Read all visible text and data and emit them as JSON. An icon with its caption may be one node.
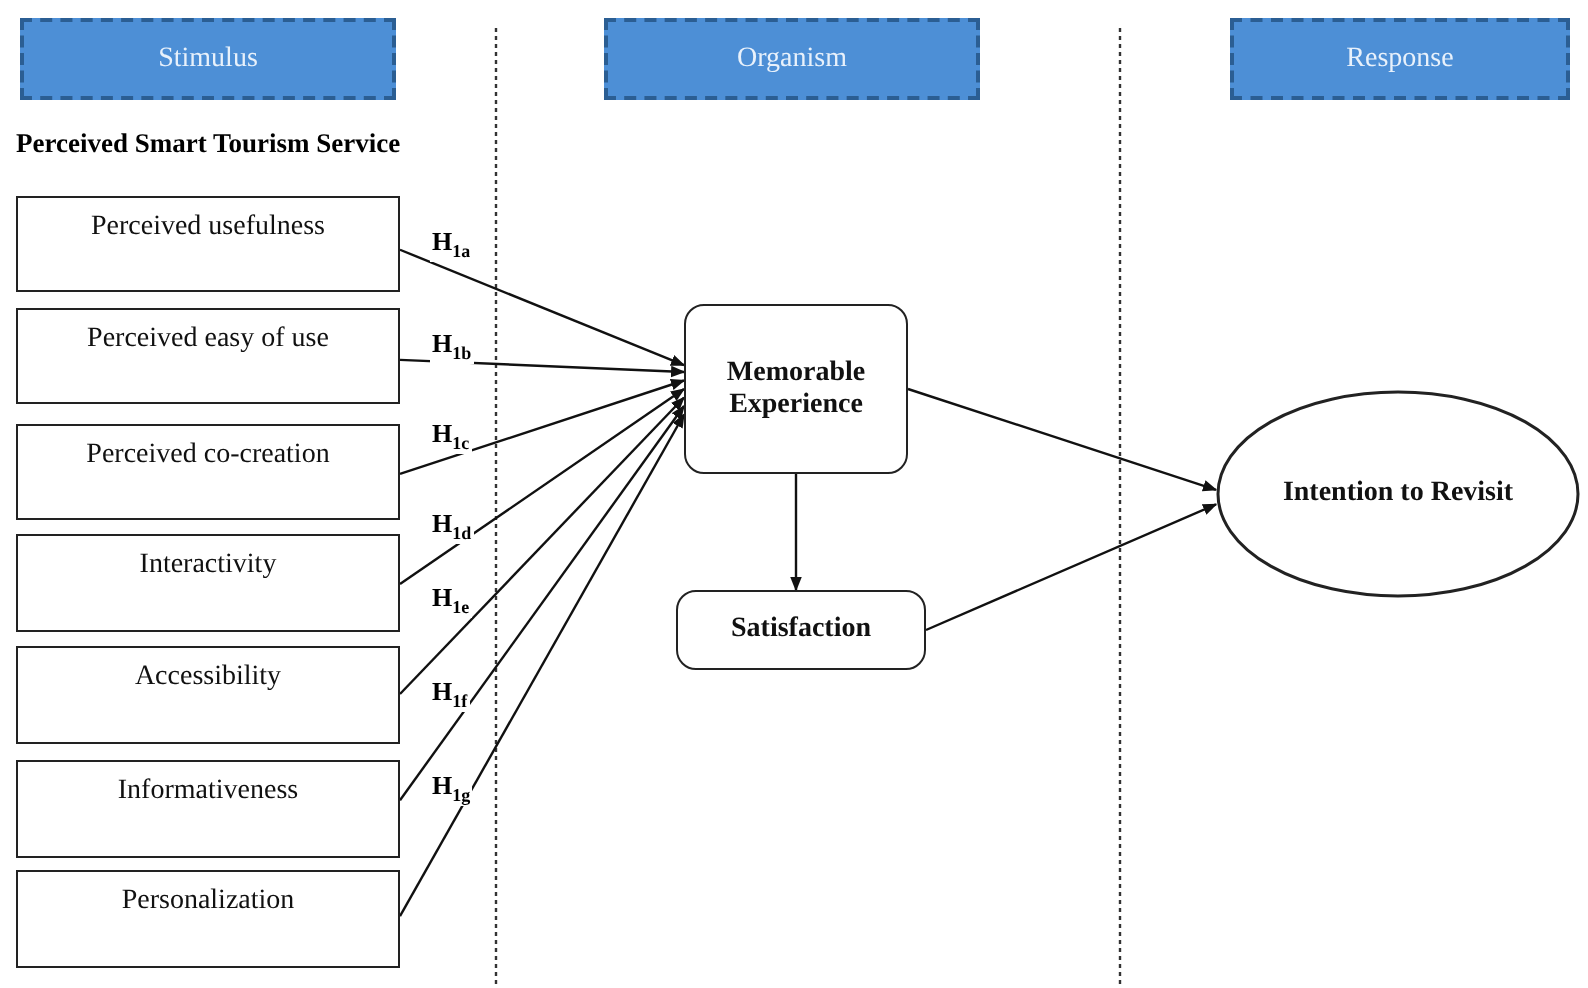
{
  "diagram": {
    "nodes": [
      {
        "text": [
          "Stimulus"
        ]
      },
      {
        "text": [
          "Organism"
        ]
      },
      {
        "text": [
          "Response"
        ]
      },
      {
        "text": [
          "Perceived usefulness"
        ]
      },
      {
        "text": [
          "Perceived easy of use"
        ]
      },
      {
        "text": [
          "Perceived co-creation"
        ]
      },
      {
        "text": [
          "Interactivity"
        ]
      },
      {
        "text": [
          "Accessibility"
        ]
      },
      {
        "text": [
          "Informativeness"
        ]
      },
      {
        "text": [
          "Personalization"
        ]
      },
      {
        "text": [
          "Memorable Experience"
        ]
      },
      {
        "text": [
          "Satisfaction"
        ]
      },
      {
        "text": [
          "Intention to Revisit"
        ]
      }
    ],
    "edges": [
      {
        "from": 3,
        "to": 10,
        "arrow": "to",
        "label": "H$_{1a}$"
      },
      {
        "from": 4,
        "to": 10,
        "arrow": "to",
        "label": "H$_{1b}$"
      },
      {
        "from": 5,
        "to": 10,
        "arrow": "to",
        "label": "H$_{1c}$"
      },
      {
        "from": 6,
        "to": 10,
        "arrow": "to",
        "label": "H$_{1d}$"
      },
      {
        "from": 7,
        "to": 10,
        "arrow": "to",
        "label": "H$_{1e}$"
      },
      {
        "from": 8,
        "to": 10,
        "arrow": "to",
        "label": "H$_{1f}$"
      },
      {
        "from": 9,
        "to": 10,
        "arrow": "to",
        "label": "H$_{1g}$"
      },
      {
        "from": 10,
        "to": 11,
        "arrow": "to"
      },
      {
        "from": 10,
        "to": 12,
        "arrow": "to"
      },
      {
        "from": 11,
        "to": 12,
        "arrow": "to"
      }
    ],
    "labels": [
      "Perceived Smart Tourism Service"
    ]
  }
}
